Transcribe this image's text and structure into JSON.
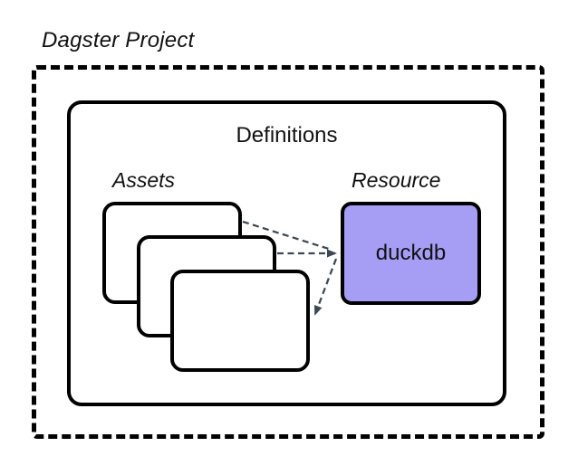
{
  "diagram": {
    "project_label": "Dagster Project",
    "definitions_label": "Definitions",
    "assets_label": "Assets",
    "resource_label": "Resource",
    "resource_name": "duckdb",
    "asset_card_count": 3,
    "colors": {
      "background": "#FFFFFF",
      "box_border": "#000000",
      "resource_fill": "#A69EF5",
      "connector": "#3D4855",
      "text": "#111111"
    }
  }
}
